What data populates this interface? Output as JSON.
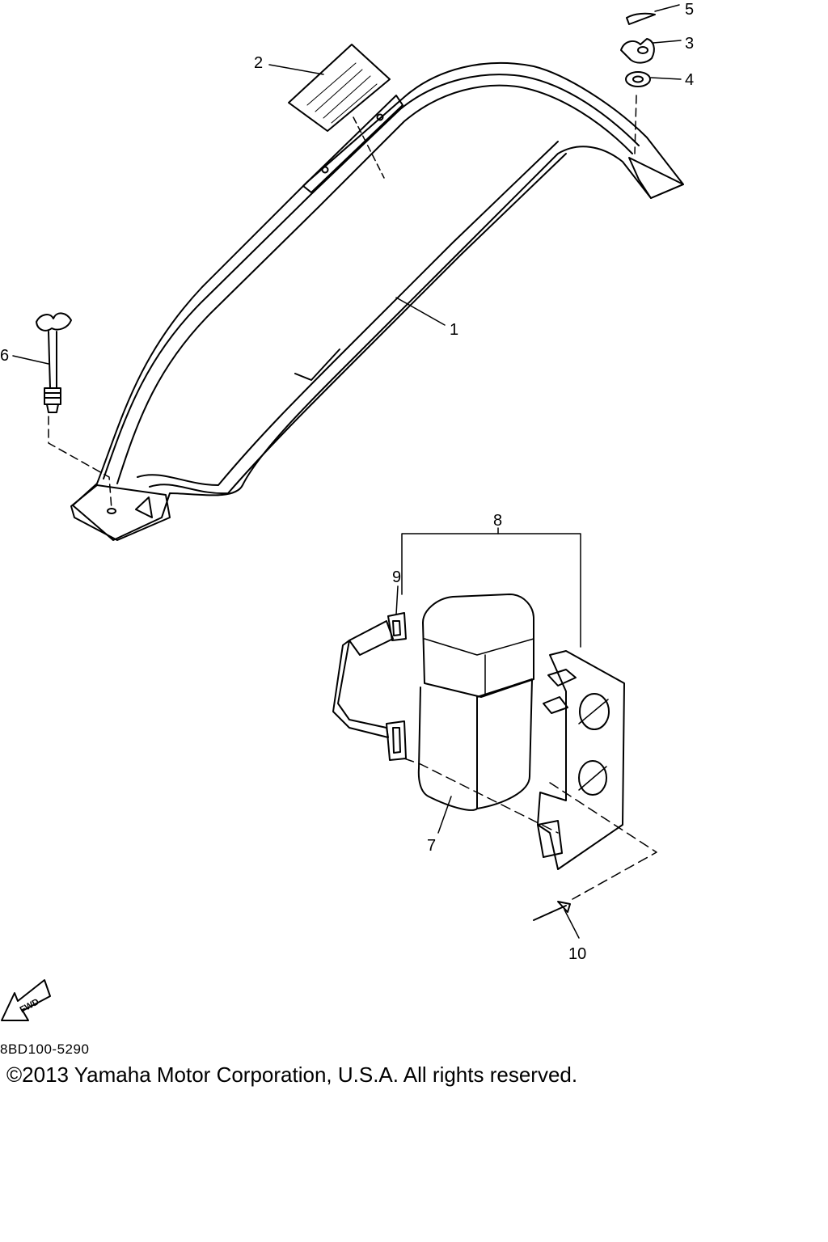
{
  "callouts": {
    "c1": "1",
    "c2": "2",
    "c3": "3",
    "c4": "4",
    "c5": "5",
    "c6": "6",
    "c7": "7",
    "c8": "8",
    "c9": "9",
    "c10": "10"
  },
  "fwd_label": "FWD",
  "diagram_code": "8BD100-5290",
  "copyright": "©2013 Yamaha Motor Corporation, U.S.A. All rights reserved."
}
